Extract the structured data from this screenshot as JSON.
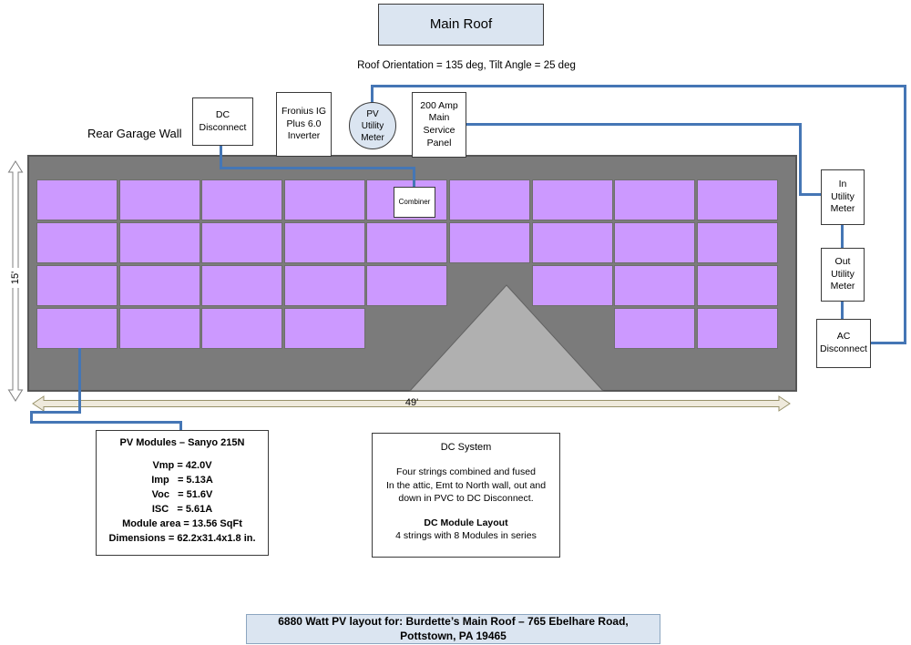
{
  "colors": {
    "wire": "#4576b5",
    "roof": "#7b7b7b",
    "module": "#cc99ff",
    "module_border": "#6e6e6e",
    "gable": "#b0b0b0",
    "title_box_bg": "#dbe5f1",
    "arrow_fill": "#efeadc"
  },
  "title_box": {
    "label": "Main Roof"
  },
  "orientation_note": "Roof Orientation = 135 deg, Tilt Angle = 25 deg",
  "wall_label": "Rear Garage Wall",
  "components": {
    "dc_disconnect": "DC\nDisconnect",
    "inverter": "Fronius IG\nPlus 6.0\nInverter",
    "pv_utility_meter": "PV\nUtility\nMeter",
    "service_panel": "200 Amp\nMain\nService\nPanel",
    "combiner": "Combiner",
    "in_utility_meter": "In\nUtility\nMeter",
    "out_utility_meter": "Out\nUtility\nMeter",
    "ac_disconnect": "AC\nDisconnect"
  },
  "dimensions": {
    "height_label": "15'",
    "width_label": "49'"
  },
  "roof_layout": {
    "module_count": 32,
    "rows": [
      {
        "cols": [
          0,
          1,
          2,
          3,
          4,
          5,
          6,
          7,
          8
        ]
      },
      {
        "cols": [
          0,
          1,
          2,
          3,
          4,
          5,
          6,
          7,
          8
        ]
      },
      {
        "cols": [
          0,
          1,
          2,
          3,
          4,
          6,
          7,
          8
        ]
      },
      {
        "cols": [
          0,
          1,
          2,
          3,
          7,
          8
        ]
      }
    ]
  },
  "module_spec_box": {
    "title": "PV Modules – Sanyo 215N",
    "lines": "Vmp = 42.0V\nImp   = 5.13A\nVoc   = 51.6V\nISC   = 5.61A\nModule area = 13.56 SqFt\nDimensions = 62.2x31.4x1.8 in."
  },
  "dc_system_box": {
    "title": "DC System",
    "body": "Four strings combined and fused\nIn the attic, Emt to North wall, out and\ndown in PVC to DC Disconnect.",
    "subtitle": "DC Module Layout",
    "detail": "4 strings with 8 Modules in series"
  },
  "footer": {
    "text": "6880 Watt PV layout for:  Burdette’s Main Roof – 765 Ebelhare Road,\nPottstown, PA 19465"
  }
}
